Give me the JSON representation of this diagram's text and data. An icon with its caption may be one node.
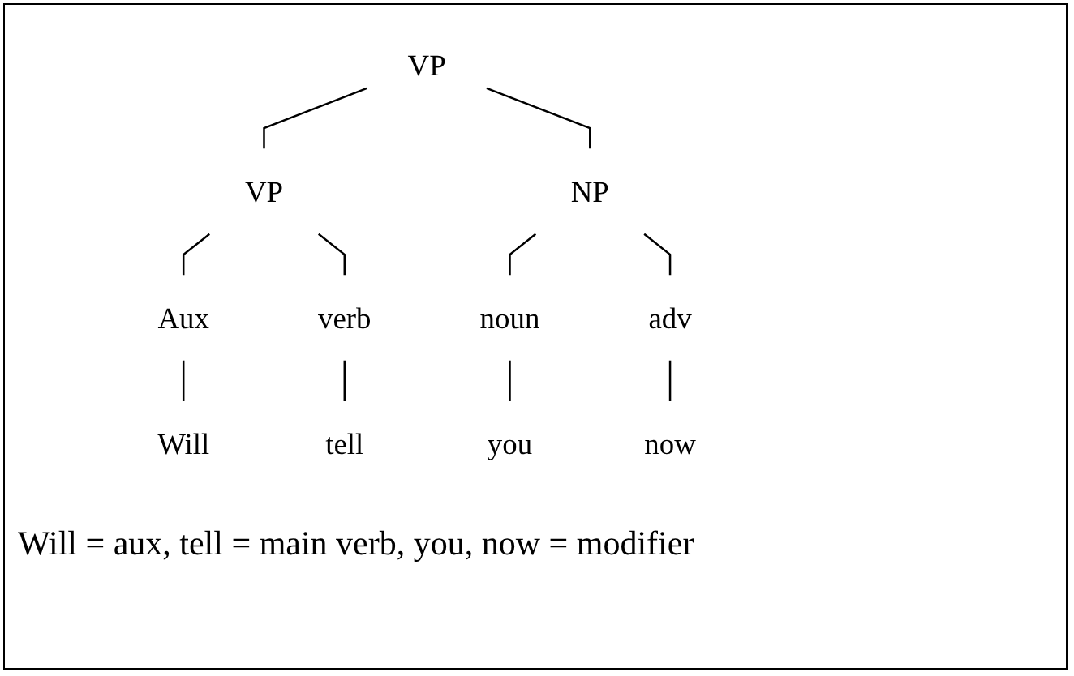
{
  "diagram": {
    "nodes": [
      {
        "text": [
          "VP"
        ]
      },
      {
        "text": [
          "VP"
        ]
      },
      {
        "text": [
          "NP"
        ]
      },
      {
        "text": [
          "Aux"
        ]
      },
      {
        "text": [
          "verb"
        ]
      },
      {
        "text": [
          "noun"
        ]
      },
      {
        "text": [
          "adv"
        ]
      },
      {
        "text": [
          "Will"
        ]
      },
      {
        "text": [
          "tell"
        ]
      },
      {
        "text": [
          "you"
        ]
      },
      {
        "text": [
          "now"
        ]
      }
    ],
    "edges": [
      {
        "from": 0,
        "to": 1,
        "arrow": "none"
      },
      {
        "from": 0,
        "to": 2,
        "arrow": "none"
      },
      {
        "from": 1,
        "to": 3,
        "arrow": "none"
      },
      {
        "from": 1,
        "to": 4,
        "arrow": "none"
      },
      {
        "from": 2,
        "to": 5,
        "arrow": "none"
      },
      {
        "from": 2,
        "to": 6,
        "arrow": "none"
      },
      {
        "from": 3,
        "to": 7,
        "arrow": "none"
      },
      {
        "from": 4,
        "to": 8,
        "arrow": "none"
      },
      {
        "from": 5,
        "to": 9,
        "arrow": "none"
      },
      {
        "from": 6,
        "to": 10,
        "arrow": "none"
      }
    ],
    "labels": [
      "Will = aux, tell = main verb, you, now = modifier"
    ]
  }
}
